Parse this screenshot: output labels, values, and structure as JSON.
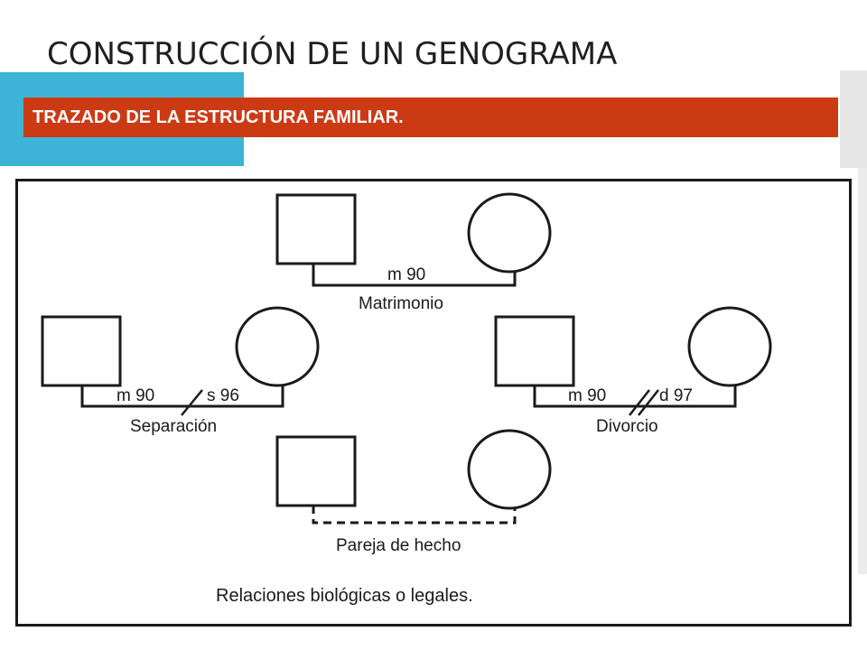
{
  "slide": {
    "title": "CONSTRUCCIÓN DE UN GENOGRAMA",
    "banner": "TRAZADO DE LA ESTRUCTURA FAMILIAR."
  },
  "colors": {
    "banner_red": "#cc3a14",
    "accent_blue": "#3cb4d6",
    "ink": "#1a1a1a"
  },
  "diagram": {
    "marriage": {
      "date_label": "m 90",
      "caption": "Matrimonio"
    },
    "separation": {
      "date_left": "m 90",
      "date_right": "s 96",
      "caption": "Separación"
    },
    "divorce": {
      "date_left": "m 90",
      "date_right": "d 97",
      "caption": "Divorcio"
    },
    "cohabitation": {
      "caption": "Pareja de hecho"
    },
    "footer": "Relaciones biológicas o legales."
  }
}
